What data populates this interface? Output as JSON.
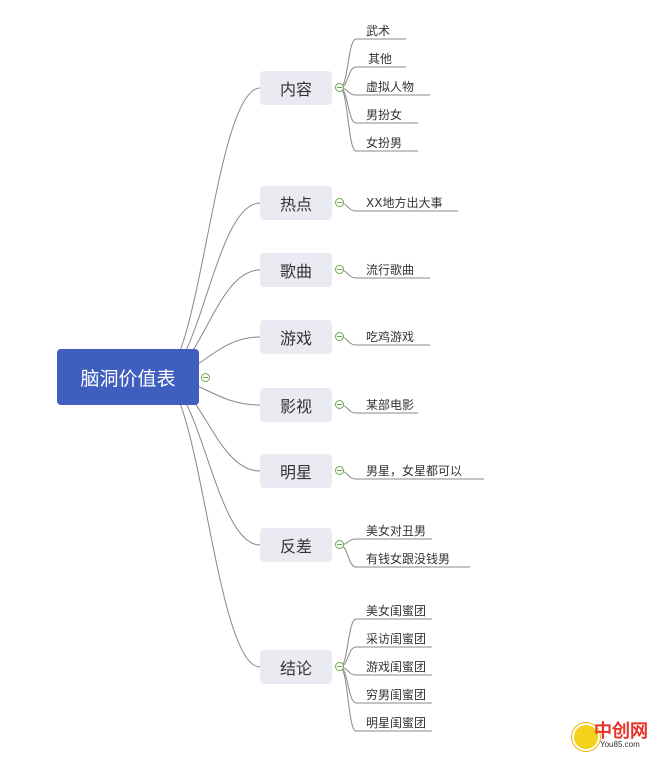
{
  "root": {
    "label": "脑洞价值表"
  },
  "branches": [
    {
      "label": "内容",
      "children": [
        "武术",
        "其他",
        "虚拟人物",
        "男扮女",
        "女扮男"
      ]
    },
    {
      "label": "热点",
      "children": [
        "XX地方出大事"
      ]
    },
    {
      "label": "歌曲",
      "children": [
        "流行歌曲"
      ]
    },
    {
      "label": "游戏",
      "children": [
        "吃鸡游戏"
      ]
    },
    {
      "label": "影视",
      "children": [
        "某部电影"
      ]
    },
    {
      "label": "明星",
      "children": [
        "男星，女星都可以"
      ]
    },
    {
      "label": "反差",
      "children": [
        "美女对丑男",
        "有钱女跟没钱男"
      ]
    },
    {
      "label": "结论",
      "children": [
        "美女闺蜜团",
        "采访闺蜜团",
        "游戏闺蜜团",
        "穷男闺蜜团",
        "明星闺蜜团"
      ]
    }
  ],
  "watermark": {
    "brand": "中创网",
    "site": "You85.com"
  },
  "colors": {
    "root_bg": "#3f5ebd",
    "branch_bg": "#eaeaf2",
    "line": "#888888",
    "collapse": "#6aa84f"
  }
}
